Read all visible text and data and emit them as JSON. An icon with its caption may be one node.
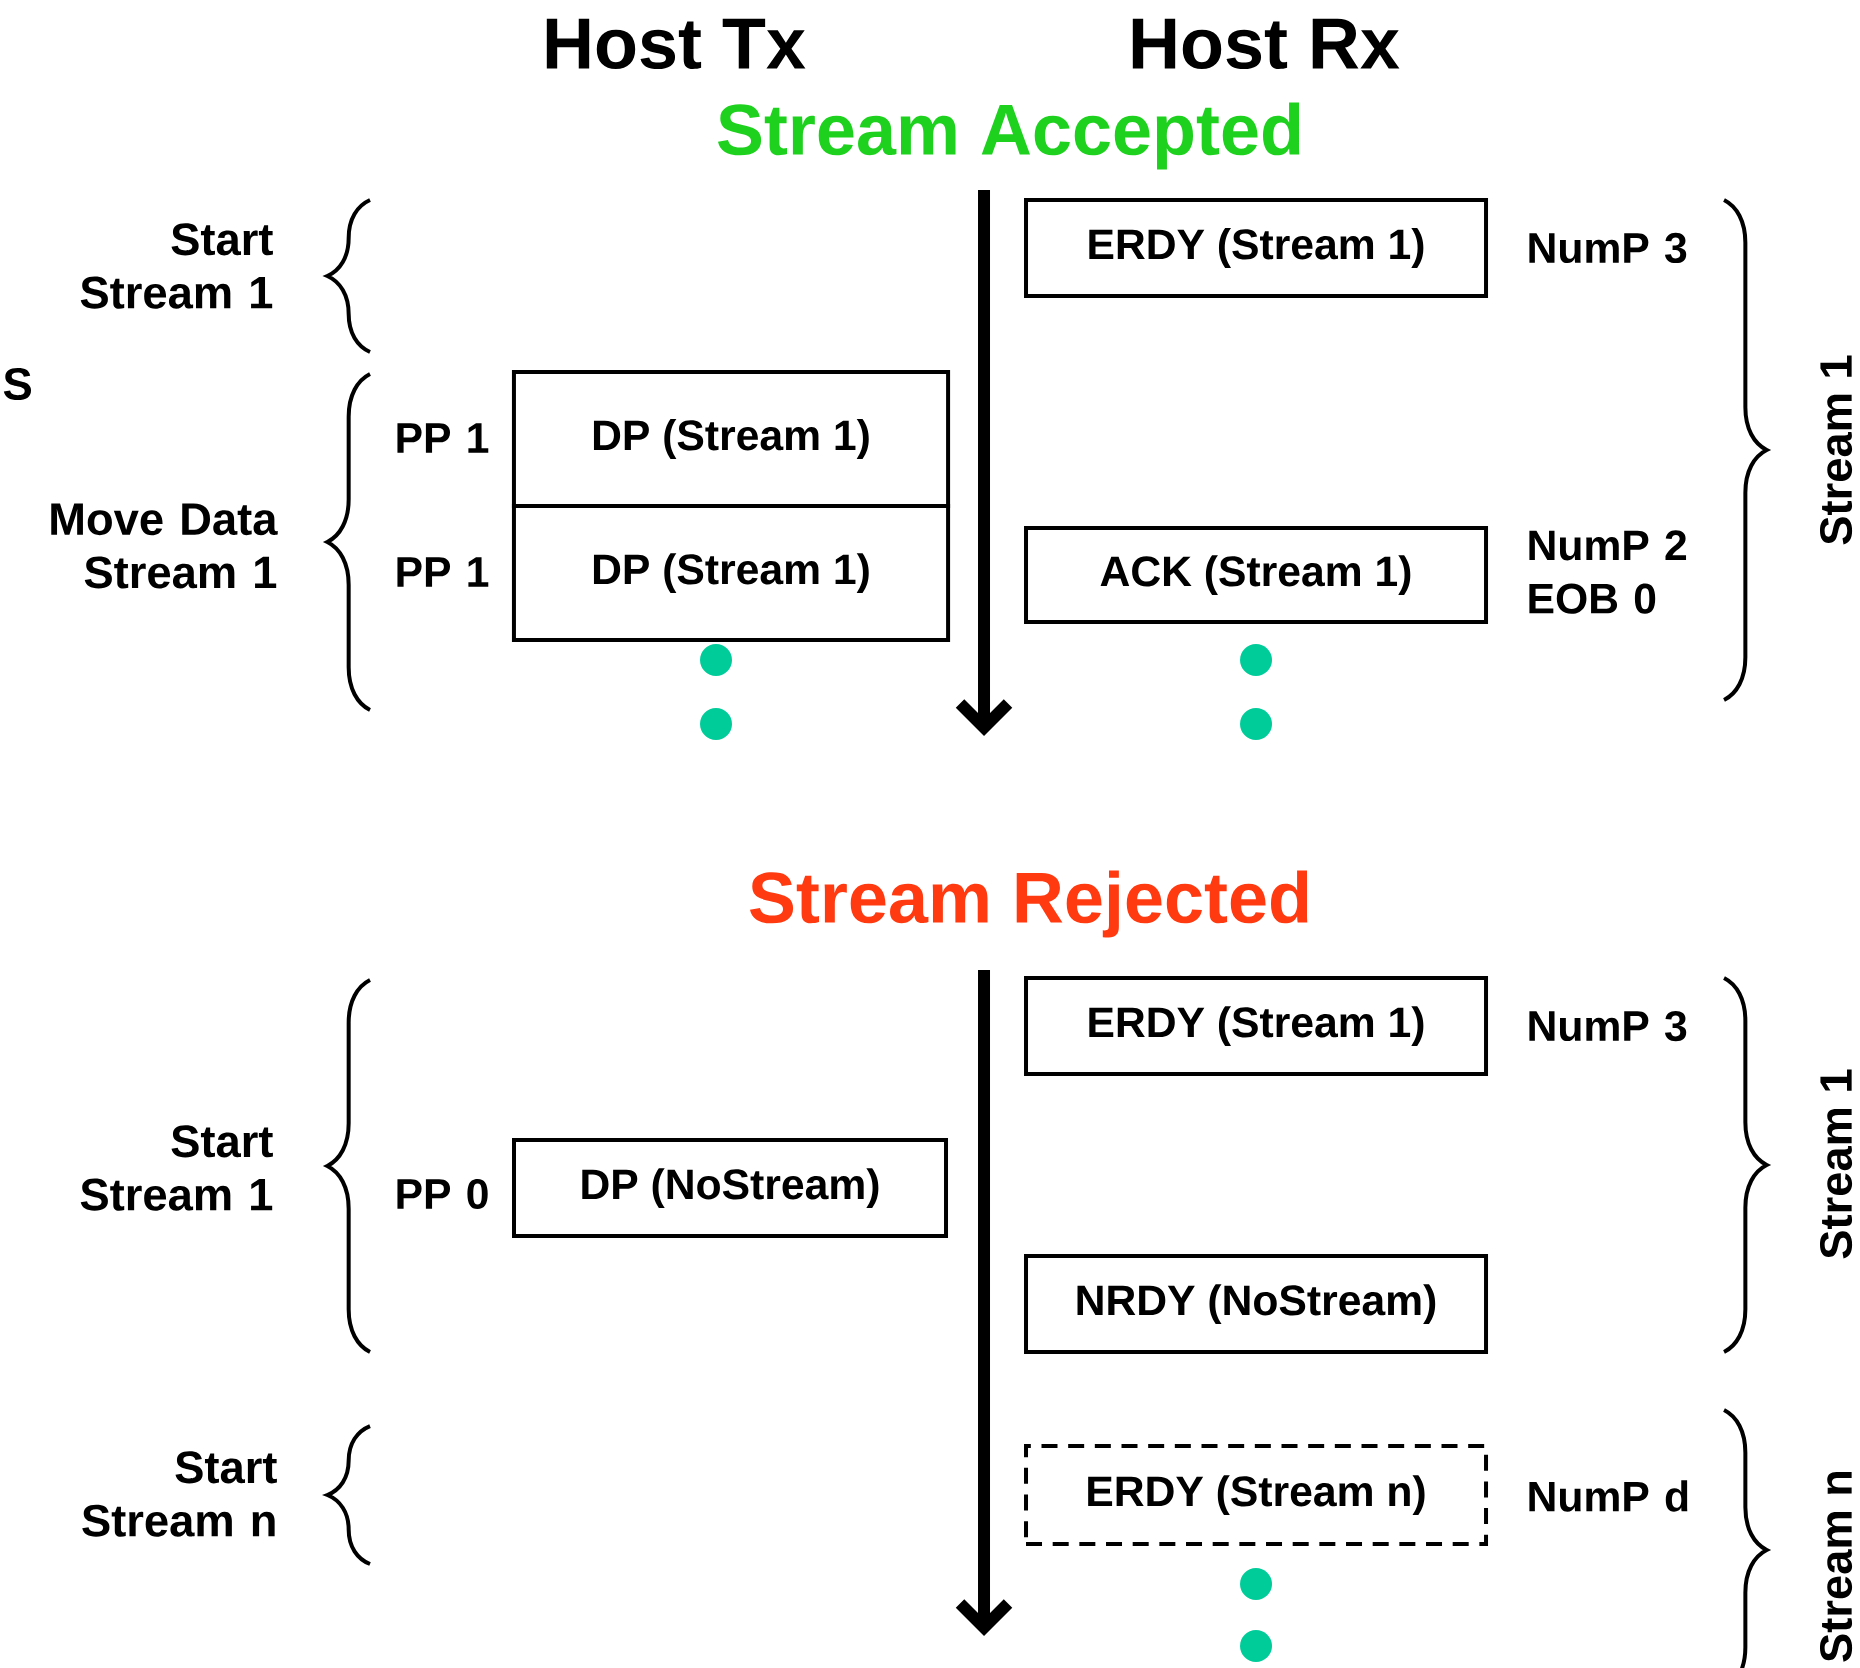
{
  "diagram": {
    "nodes": [
      {
        "text": [
          "DP (Stream 1)"
        ],
        "beside": [
          "PP 1"
        ]
      },
      {
        "text": [
          "DP (Stream 1)"
        ],
        "beside": [
          "PP 1"
        ]
      },
      {
        "text": [
          "ERDY (Stream 1)"
        ],
        "beside": [
          "NumP 3"
        ]
      },
      {
        "text": [
          "ACK (Stream 1)"
        ],
        "beside": [
          "NumP 2 EOB 0"
        ]
      },
      {
        "text": [
          "DP (NoStream)"
        ],
        "beside": [
          "PP 0"
        ]
      },
      {
        "text": [
          "ERDY (Stream 1)"
        ],
        "beside": [
          "NumP 3"
        ]
      },
      {
        "text": [
          "NRDY (NoStream)"
        ]
      },
      {
        "text": [
          "ERDY (Stream n)"
        ],
        "beside": [
          "NumP d"
        ]
      }
    ],
    "labels": [
      "Host Tx",
      "Host Rx",
      "Stream Accepted",
      "Start Stream 1",
      "S",
      "Move Data Stream 1",
      "Stream 1",
      "Stream Rejected",
      "Start Stream 1",
      "Stream 1",
      "Start Stream n",
      "Stream n"
    ]
  }
}
